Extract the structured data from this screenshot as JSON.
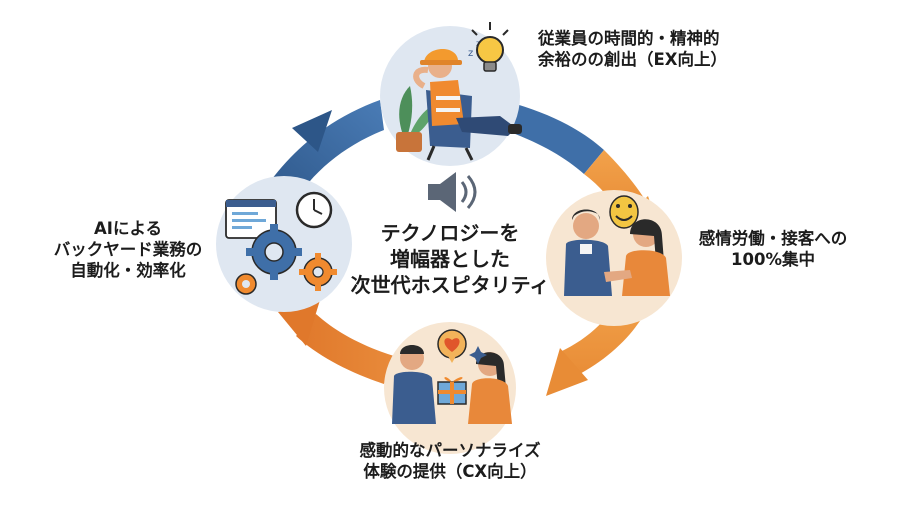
{
  "center": {
    "lines": [
      "テクノロジーを",
      "増幅器とした",
      "次世代ホスピタリティ"
    ],
    "icon": "speaker-icon"
  },
  "nodes": {
    "top": {
      "lines": [
        "従業員の時間的・精神的",
        "余裕のの創出（EX向上）"
      ],
      "illustration": "relaxed-worker-illustration"
    },
    "right": {
      "lines": [
        "感情労働・接客への",
        "100%集中"
      ],
      "illustration": "customer-service-illustration"
    },
    "bottom": {
      "lines": [
        "感動的なパーソナライズ",
        "体験の提供（CX向上）"
      ],
      "illustration": "gift-giving-illustration"
    },
    "left": {
      "lines": [
        "AIによる",
        "バックヤード業務の",
        "自動化・効率化"
      ],
      "illustration": "automation-gears-illustration"
    }
  },
  "colors": {
    "blue_arrow": "#3f6fa8",
    "blue_dark": "#2d5688",
    "orange_arrow": "#ee9a3e",
    "orange_dark": "#e0782b",
    "circle_bg": "#dfe7f1",
    "circle_bg_warm": "#f7e6d2"
  }
}
